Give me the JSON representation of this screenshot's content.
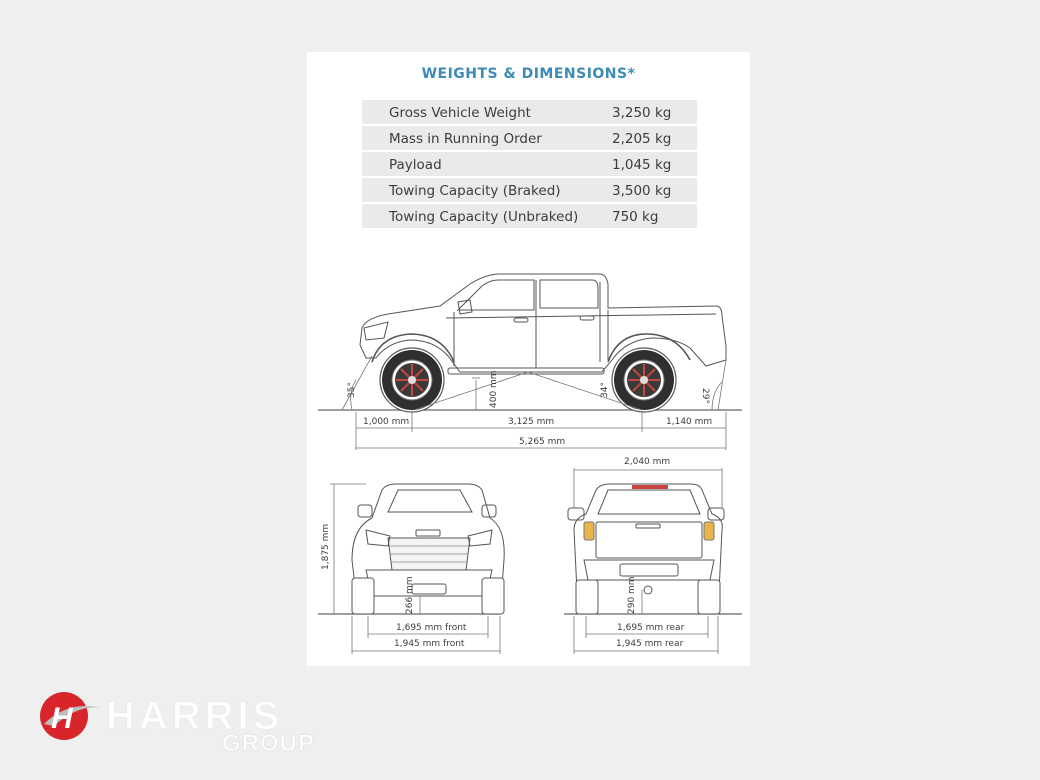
{
  "sheet": {
    "title": "WEIGHTS & DIMENSIONS*",
    "specs": [
      {
        "label": "Gross Vehicle Weight",
        "value": "3,250 kg"
      },
      {
        "label": "Mass in Running Order",
        "value": "2,205 kg"
      },
      {
        "label": "Payload",
        "value": "1,045 kg"
      },
      {
        "label": "Towing Capacity (Braked)",
        "value": "3,500 kg"
      },
      {
        "label": "Towing Capacity (Unbraked)",
        "value": "750 kg"
      }
    ]
  },
  "side_view": {
    "approach_angle": "35°",
    "ramp_angle": "34°",
    "departure_angle": "29°",
    "ground_clearance": "400 mm",
    "front_overhang": "1,000 mm",
    "wheelbase": "3,125 mm",
    "rear_overhang": "1,140 mm",
    "overall_length": "5,265 mm"
  },
  "front_view": {
    "height": "1,875 mm",
    "clearance": "266 mm",
    "track": "1,695 mm front",
    "width": "1,945 mm front"
  },
  "rear_view": {
    "overall_width": "2,040 mm",
    "clearance": "290 mm",
    "track": "1,695 mm rear",
    "width": "1,945 mm rear"
  },
  "logo": {
    "word": "HARRIS",
    "sub": "GROUP",
    "mark_color": "#d7252b"
  }
}
